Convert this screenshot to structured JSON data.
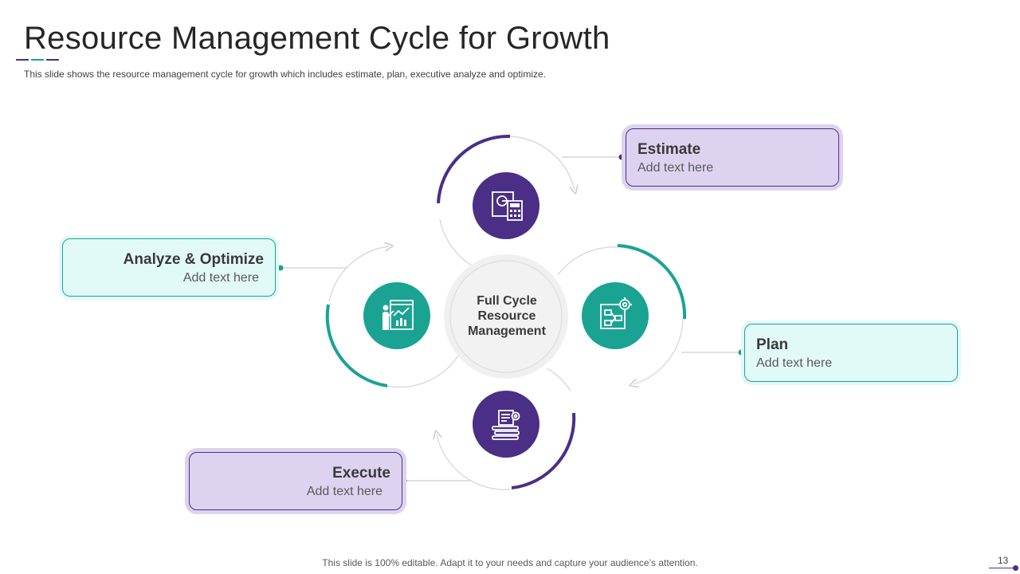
{
  "slide": {
    "title": "Resource Management Cycle for Growth",
    "subtitle": "This slide shows the resource management cycle for growth which includes estimate, plan, executive analyze and optimize.",
    "footer": "This slide is 100% editable. Adapt it to your needs and capture your audience’s attention.",
    "page_number": "13"
  },
  "center": {
    "label_line1": "Full Cycle",
    "label_line2": "Resource",
    "label_line3": "Management"
  },
  "stages": [
    {
      "title": "Estimate",
      "text": "Add text here",
      "icon": "blueprint-calculator-icon",
      "color": "#4b2f86"
    },
    {
      "title": "Plan",
      "text": "Add text here",
      "icon": "flowchart-gear-icon",
      "color": "#1aa393"
    },
    {
      "title": "Execute",
      "text": "Add text here",
      "icon": "document-gear-books-icon",
      "color": "#4b2f86"
    },
    {
      "title": "Analyze & Optimize",
      "text": "Add text here",
      "icon": "presenter-chart-icon",
      "color": "#1aa393"
    }
  ],
  "colors": {
    "purple": "#4b2f86",
    "teal": "#1aa393",
    "purple_fill": "#ddd3f0",
    "teal_fill": "#e2faf7",
    "grey_ring": "#d9d9d9"
  }
}
